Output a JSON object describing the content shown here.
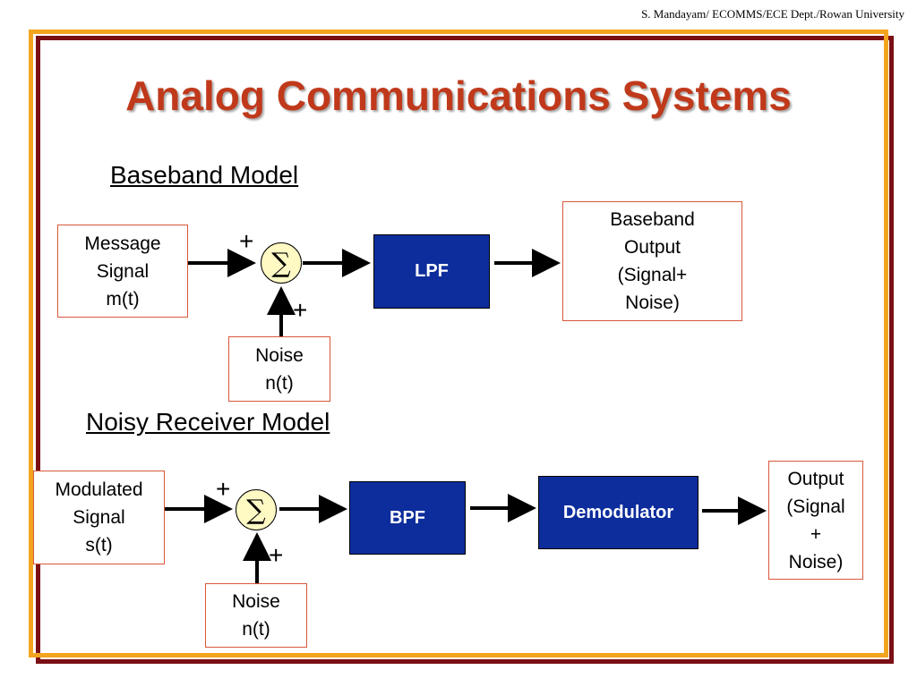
{
  "credit": "S. Mandayam/ ECOMMS/ECE Dept./Rowan University",
  "title": "Analog Communications Systems",
  "colors": {
    "title": "#c0391b",
    "frame_outer": "#7a0f14",
    "frame_inner": "#f2a41f",
    "block_fill": "#0d2d9c",
    "summer_fill": "#fff9c4",
    "box_border": "#d9573a"
  },
  "baseband": {
    "heading": "Baseband Model",
    "input": "Message\nSignal\nm(t)",
    "summer_symbol": "∑",
    "plus_top": "+",
    "plus_bottom": "+",
    "noise": "Noise\nn(t)",
    "filter": "LPF",
    "output": "Baseband\nOutput\n(Signal+\nNoise)"
  },
  "receiver": {
    "heading": "Noisy Receiver Model",
    "input": "Modulated\nSignal\ns(t)",
    "summer_symbol": "∑",
    "plus_top": "+",
    "plus_bottom": "+",
    "noise": "Noise\nn(t)",
    "filter": "BPF",
    "demodulator": "Demodulator",
    "output": "Output\n(Signal\n+\nNoise)"
  }
}
